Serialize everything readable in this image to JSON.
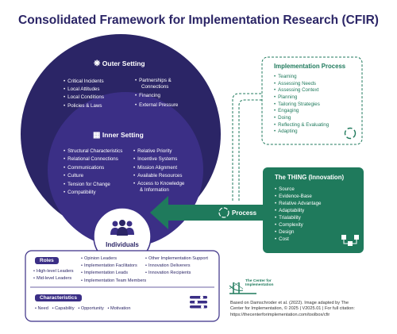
{
  "title": "Consolidated Framework for Implementation Research (CFIR)",
  "outer_setting": {
    "title": "Outer Setting",
    "col1": [
      "Critical Incidents",
      "Local Attitudes",
      "Local Conditions",
      "Policies & Laws"
    ],
    "col2": [
      "Partnerships &",
      "Connections",
      "Financing",
      "External Pressure"
    ]
  },
  "inner_setting": {
    "title": "Inner Setting",
    "col1": [
      "Structural Characteristics",
      "Relational Connections",
      "Communications",
      "Culture",
      "Tension for Change",
      "Compatibility"
    ],
    "col2": [
      "Relative Priority",
      "Incentive Systems",
      "Mission Alignment",
      "Available Resources",
      "Access to Knowledge",
      "& Information"
    ]
  },
  "implementation_process": {
    "title": "Implementation Process",
    "items": [
      "Teaming",
      "Assessing Needs",
      "Assessing Context",
      "Planning",
      "Tailoring Strategies",
      "Engaging",
      "Doing",
      "Reflecting & Evaluating",
      "Adapting"
    ]
  },
  "innovation": {
    "title": "The THING (Innovation)",
    "items": [
      "Source",
      "Evidence-Base",
      "Relative Advantage",
      "Adaptability",
      "Trialability",
      "Complexity",
      "Design",
      "Cost"
    ]
  },
  "process_label": "Process",
  "individuals": {
    "title": "Individuals",
    "roles_label": "Roles",
    "roles_col1": [
      "High-level Leaders",
      "Mid-level Leaders"
    ],
    "roles_col2": [
      "Opinion Leaders",
      "Implementation Facilitators",
      "Implementation Leads",
      "Implementation Team Members"
    ],
    "roles_col3": [
      "Other Implementation Support",
      "Innovation Deliverers",
      "Innovation Recipients"
    ],
    "characteristics_label": "Characteristics",
    "characteristics": [
      "Need",
      "Capability",
      "Opportunity",
      "Motivation"
    ]
  },
  "logo_text": "The Center for Implementation",
  "citation": [
    "Based on Damschroder et al. (2022). Image adapted by The",
    "Center for Implementation, © 2025 | V2025.01 | For full citation:",
    "https://thecenterforimplementation.com/toolbox/cfir"
  ],
  "colors": {
    "outer": "#2b2566",
    "inner": "#3b2f86",
    "green": "#1f7a5c",
    "white": "#ffffff"
  }
}
